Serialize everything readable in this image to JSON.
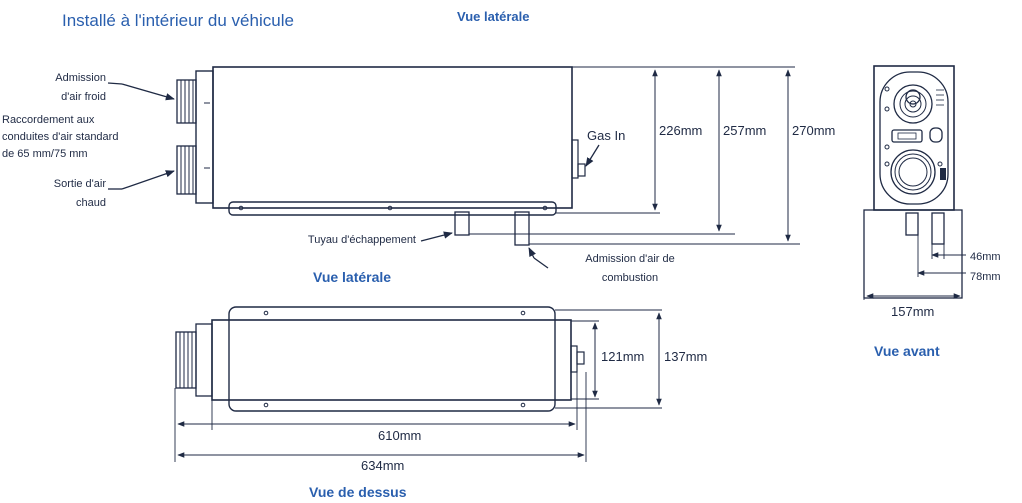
{
  "page_title": "Installé à l'intérieur du véhicule",
  "colors": {
    "heading": "#2a5fae",
    "line": "#1f2a44",
    "background": "#ffffff"
  },
  "views": {
    "side_top": "Vue latérale",
    "side_bottom": "Vue latérale",
    "top": "Vue de dessus",
    "front": "Vue avant"
  },
  "labels": {
    "cold_air_1": "Admission",
    "cold_air_2": "d'air froid",
    "ducts_1": "Raccordement aux",
    "ducts_2": "conduites d'air standard",
    "ducts_3": "de 65 mm/75 mm",
    "hot_air_1": "Sortie d'air",
    "hot_air_2": "chaud",
    "gas_in": "Gas In",
    "exhaust": "Tuyau d'échappement",
    "combustion_1": "Admission d'air de",
    "combustion_2": "combustion"
  },
  "dimensions": {
    "h226": "226mm",
    "h257": "257mm",
    "h270": "270mm",
    "w121": "121mm",
    "w137": "137mm",
    "l610": "610mm",
    "l634": "634mm",
    "f46": "46mm",
    "f78": "78mm",
    "f157": "157mm"
  }
}
